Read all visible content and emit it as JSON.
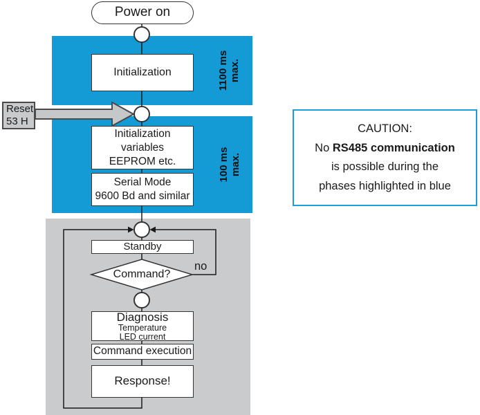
{
  "colors": {
    "phase_blue": "#149bd6",
    "loop_gray": "#cacbcd",
    "caution_border_blue": "#1b9fd8",
    "line_color": "#1a1a1a",
    "box_border": "#333333",
    "reset_fill": "#c9cacc",
    "reset_border": "#4a4a4a"
  },
  "nodes": {
    "power_on": "Power on",
    "initialization": "Initialization",
    "init_vars": [
      "Initialization",
      "variables",
      "EEPROM etc."
    ],
    "serial_mode": [
      "Serial Mode",
      "9600 Bd and similar"
    ],
    "standby": "Standby",
    "command": "Command?",
    "diagnosis": [
      "Diagnosis",
      "Temperature",
      "LED current"
    ],
    "command_execution": "Command execution",
    "response": "Response!"
  },
  "edge_labels": {
    "no": "no"
  },
  "phase_labels": {
    "phase1": [
      "1100 ms",
      "max."
    ],
    "phase2": [
      "100 ms",
      "max."
    ]
  },
  "reset_tag": [
    "Reset",
    "53 H"
  ],
  "caution": {
    "line1": "CAUTION:",
    "line2_prefix": "No ",
    "line2_bold": "RS485 communication",
    "line3": "is possible during the",
    "line4": "phases highlighted in blue"
  }
}
